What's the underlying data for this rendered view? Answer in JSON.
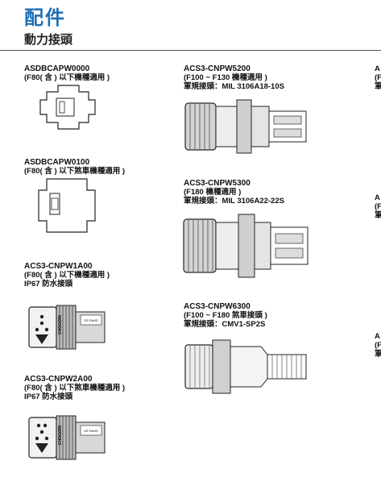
{
  "header": {
    "title": "配件",
    "section": "動力接頭"
  },
  "items": [
    {
      "code": "ASDBCAPW0000",
      "lines": [
        "(F80( 含 ) 以下機種適用 )"
      ]
    },
    {
      "code": "ASDBCAPW0100",
      "lines": [
        "(F80( 含 ) 以下煞車機種適用 )"
      ]
    },
    {
      "code": "ACS3-CNPW1A00",
      "lines": [
        "(F80( 含 ) 以下機種適用 )",
        "IP67 防水接頭"
      ]
    },
    {
      "code": "ACS3-CNPW2A00",
      "lines": [
        "(F80( 含 ) 以下煞車機種適用 )",
        "IP67 防水接頭"
      ]
    },
    {
      "code": "ACS3-CNPW5200",
      "lines": [
        "(F100 ~ F130 機種適用 )",
        "軍規接頭：MIL 3106A18-10S"
      ]
    },
    {
      "code": "ACS3-CNPW5300",
      "lines": [
        "(F180 機種適用 )",
        "軍規接頭：MIL 3106A22-22S"
      ]
    },
    {
      "code": "ACS3-CNPW6300",
      "lines": [
        "(F100 ~ F180 煞車接頭 )",
        "軍規接頭：CMV1-SP2S"
      ]
    }
  ],
  "cutoff": [
    {
      "lines": [
        "A",
        "(F",
        "軍"
      ]
    },
    {
      "lines": [
        "A",
        "(F",
        "軍"
      ]
    },
    {
      "lines": [
        "A",
        "(F",
        "軍"
      ]
    }
  ],
  "device_text": {
    "brand": "CHOGORI",
    "label": "CE RoHS"
  }
}
